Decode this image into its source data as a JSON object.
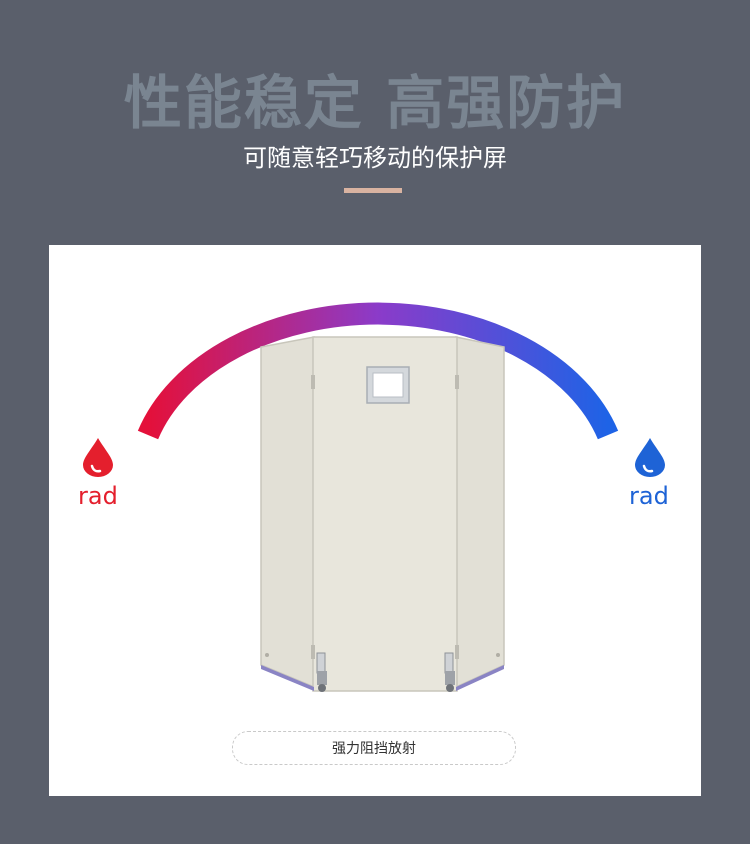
{
  "header": {
    "headline": "性能稳定 高强防护",
    "subtitle": "可随意轻巧移动的保护屏"
  },
  "card": {
    "left_label": "rad",
    "right_label": "rad",
    "caption": "强力阻挡放射"
  },
  "colors": {
    "background": "#5a5f6b",
    "headline": "#7a8591",
    "accent_bar": "#d9b3a1",
    "arc_start": "#e4103a",
    "arc_mid": "#8b3bc9",
    "arc_end": "#1e63e6",
    "drop_left": "#e41f2d",
    "drop_right": "#1e63d6",
    "panel": "#e6e4da"
  },
  "icons": {
    "left_drop": "radiation-drop-icon",
    "right_drop": "radiation-drop-icon"
  }
}
